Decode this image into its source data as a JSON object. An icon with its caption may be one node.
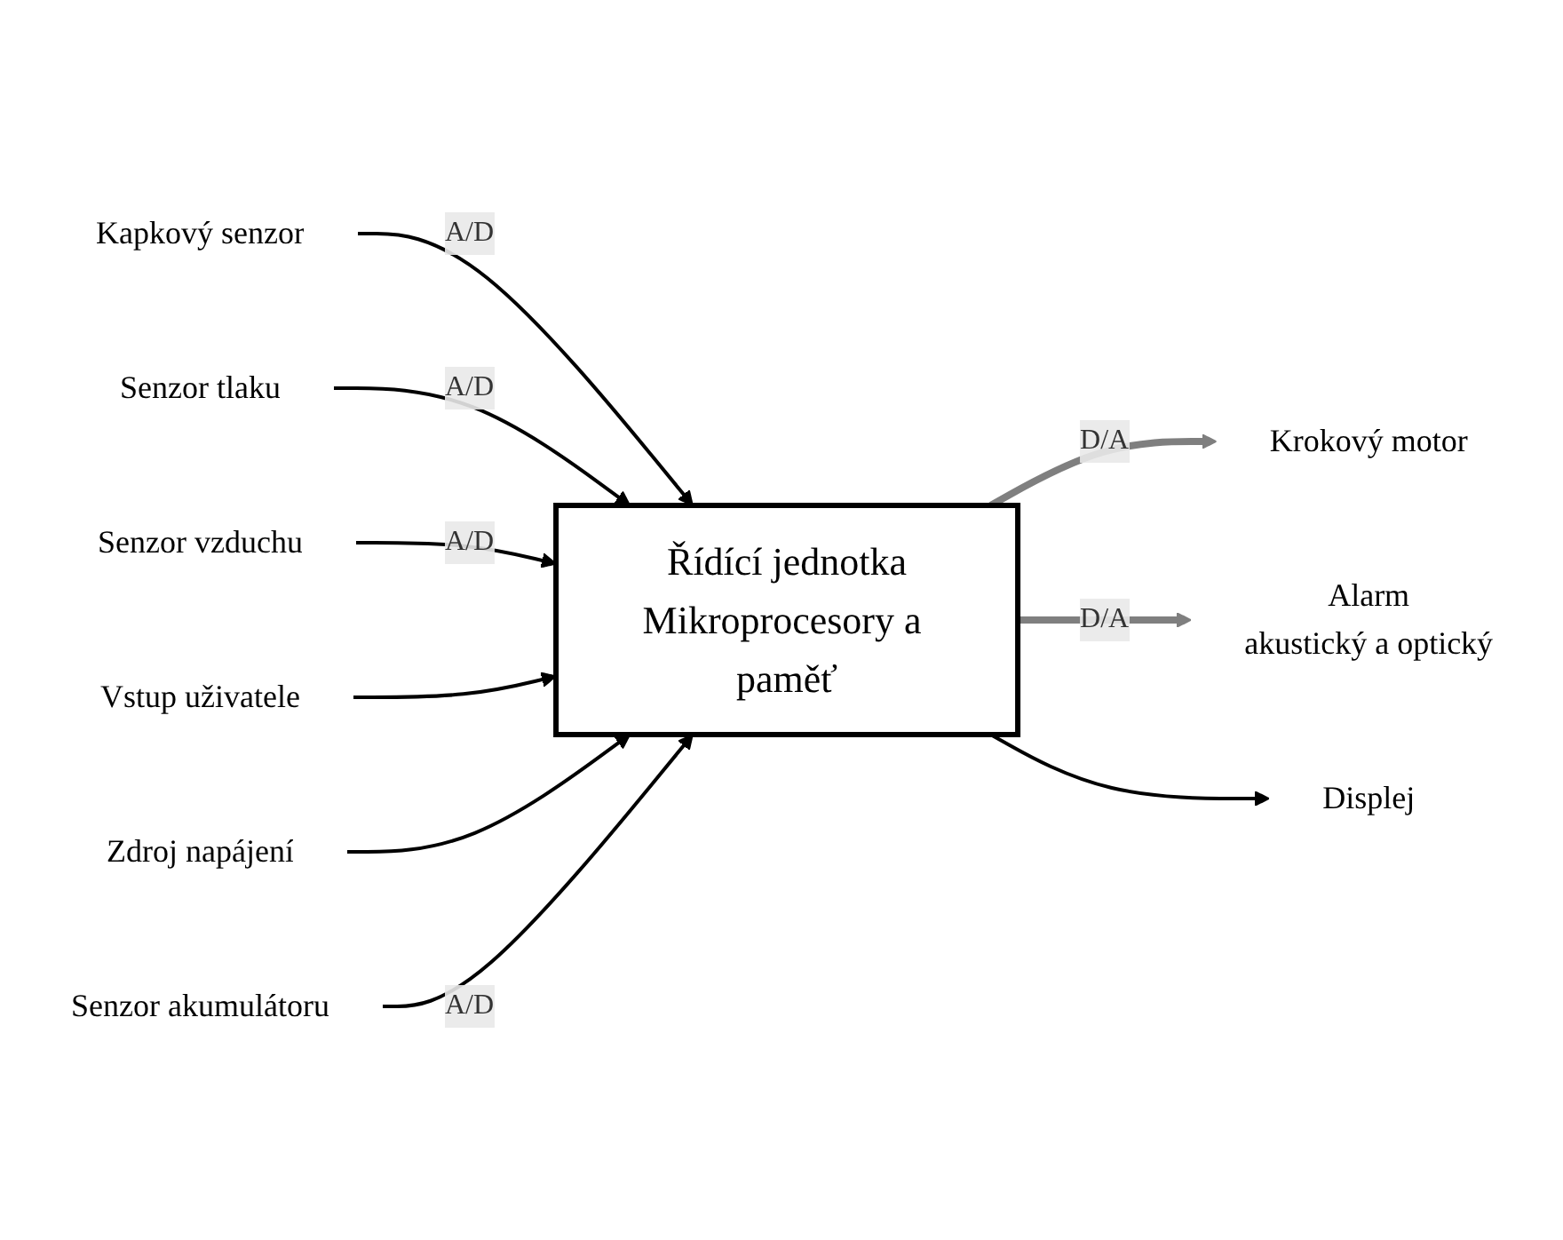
{
  "diagram": {
    "nodes": [
      {
        "text": [
          "Řídící jednotka",
          "Mikroprocesory a paměť"
        ]
      },
      {
        "text": [
          "Krokový motor"
        ]
      },
      {
        "text": [
          "Alarm",
          "akustický a optický"
        ]
      },
      {
        "text": [
          "Kapkový senzor"
        ]
      },
      {
        "text": [
          "Senzor tlaku"
        ]
      },
      {
        "text": [
          "Senzor vzduchu"
        ]
      },
      {
        "text": [
          "Vstup uživatele"
        ]
      },
      {
        "text": [
          "Displej"
        ]
      },
      {
        "text": [
          "Zdroj napájení"
        ]
      },
      {
        "text": [
          "Senzor akumulátoru"
        ]
      }
    ],
    "edges": [
      {
        "from": 0,
        "to": 1,
        "arrow": "to",
        "label": "D/A",
        "style": "thick",
        "color": "#7f7f7f"
      },
      {
        "from": 0,
        "to": 2,
        "arrow": "to",
        "label": "D/A",
        "style": "thick",
        "color": "#7f7f7f"
      },
      {
        "from": 3,
        "to": 0,
        "arrow": "to",
        "label": "A/D"
      },
      {
        "from": 4,
        "to": 0,
        "arrow": "to",
        "label": "A/D"
      },
      {
        "from": 5,
        "to": 0,
        "arrow": "to",
        "label": "A/D"
      },
      {
        "from": 6,
        "to": 0,
        "arrow": "to"
      },
      {
        "from": 0,
        "to": 7,
        "arrow": "to"
      },
      {
        "from": 8,
        "to": 0,
        "arrow": "to"
      },
      {
        "from": 9,
        "to": 0,
        "arrow": "to",
        "label": "A/D"
      }
    ]
  }
}
